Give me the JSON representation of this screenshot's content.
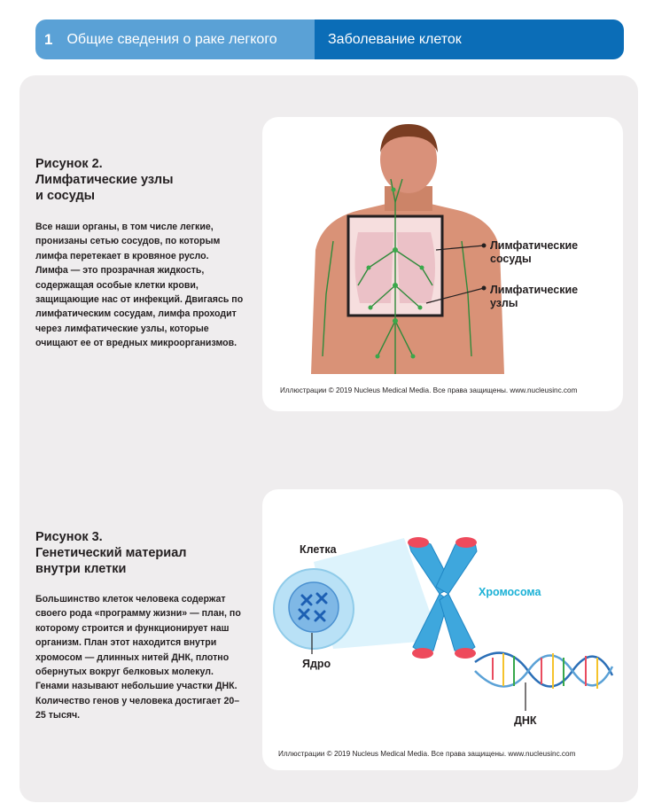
{
  "header": {
    "chapter_number": "1",
    "chapter_title": "Общие сведения о раке легкого",
    "section_title": "Заболевание клеток"
  },
  "figure2": {
    "title_line1": "Рисунок 2.",
    "title_line2": "Лимфатические узлы",
    "title_line3": "и сосуды",
    "description": "Все наши органы, в том числе легкие, пронизаны сетью сосудов, по которым лимфа перетекает в кровяное русло. Лимфа — это прозрачная жидкость, содержащая особые клетки крови, защищающие нас от инфекций. Двигаясь по лимфатическим сосудам, лимфа проходит через лимфатические узлы, которые очищают ее от вредных микроорганизмов.",
    "label_vessels_1": "Лимфатические",
    "label_vessels_2": "сосуды",
    "label_nodes_1": "Лимфатические",
    "label_nodes_2": "узлы",
    "credit": "Иллюстрации © 2019 Nucleus Medical Media. Все права защищены. www.nucleusinc.com"
  },
  "figure3": {
    "title_line1": "Рисунок 3.",
    "title_line2": "Генетический материал",
    "title_line3": "внутри клетки",
    "description": "Большинство клеток человека содержат своего рода «программу жизни» — план, по которому строится и функционирует наш организм. План этот находится внутри хромосом — длинных нитей ДНК, плотно обернутых вокруг белковых молекул. Генами называют небольшие участки ДНК. Количество генов у человека достигает 20–25 тысяч.",
    "label_cell": "Клетка",
    "label_nucleus": "Ядро",
    "label_chromosome": "Хромосома",
    "label_dna": "ДНК",
    "credit": "Иллюстрации © 2019 Nucleus Medical Media. Все права защищены. www.nucleusinc.com"
  },
  "colors": {
    "header_light": "#5aa1d6",
    "header_dark": "#0b6db7",
    "panel_bg": "#efedee",
    "chromosome_label": "#1bb1d6"
  }
}
